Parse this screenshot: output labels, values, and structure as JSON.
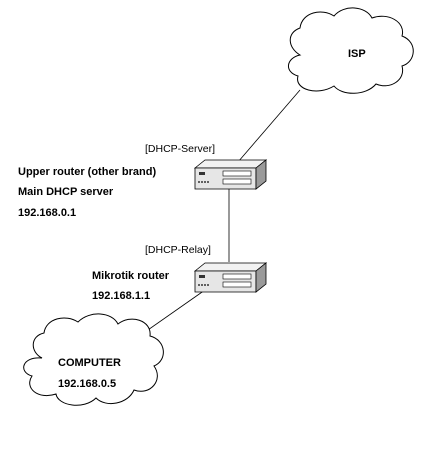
{
  "isp": {
    "label": "ISP"
  },
  "upper_router": {
    "tag": "[DHCP-Server]",
    "name": "Upper router (other brand)",
    "role": "Main DHCP server",
    "ip": "192.168.0.1"
  },
  "mikrotik_router": {
    "tag": "[DHCP-Relay]",
    "name": "Mikrotik router",
    "ip": "192.168.1.1"
  },
  "computer": {
    "label": "COMPUTER",
    "ip": "192.168.0.5"
  },
  "colors": {
    "line": "#000000",
    "device_top": "#f2f2f2",
    "device_front": "#e6e6e6",
    "device_side": "#9a9a9a"
  }
}
